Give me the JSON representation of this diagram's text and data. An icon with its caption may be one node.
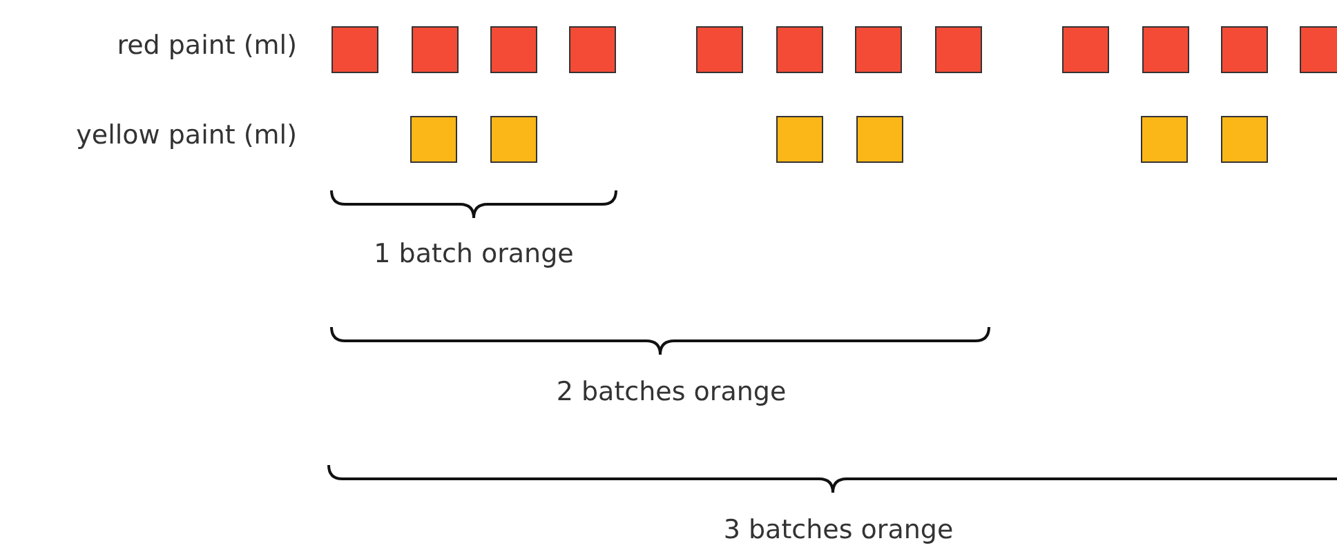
{
  "diagram": {
    "nodes": [
      {
        "text": [],
        "shape": "box"
      },
      {
        "text": [],
        "shape": "box"
      },
      {
        "text": [],
        "shape": "box"
      },
      {
        "text": [],
        "shape": "box"
      },
      {
        "text": [],
        "shape": "box"
      },
      {
        "text": [],
        "shape": "box"
      },
      {
        "text": [],
        "shape": "box"
      },
      {
        "text": [],
        "shape": "box"
      },
      {
        "text": [],
        "shape": "box"
      },
      {
        "text": [],
        "shape": "box"
      },
      {
        "text": [],
        "shape": "box"
      },
      {
        "text": [],
        "shape": "box"
      },
      {
        "text": [],
        "shape": "box"
      },
      {
        "text": [],
        "shape": "box"
      },
      {
        "text": [],
        "shape": "box"
      },
      {
        "text": [],
        "shape": "box"
      },
      {
        "text": [],
        "shape": "box"
      },
      {
        "text": [],
        "shape": "box"
      }
    ],
    "labels": [
      "red paint (ml)",
      "yellow paint (ml)",
      "1 batch orange",
      "2 batches orange",
      "3 batches orange"
    ]
  }
}
